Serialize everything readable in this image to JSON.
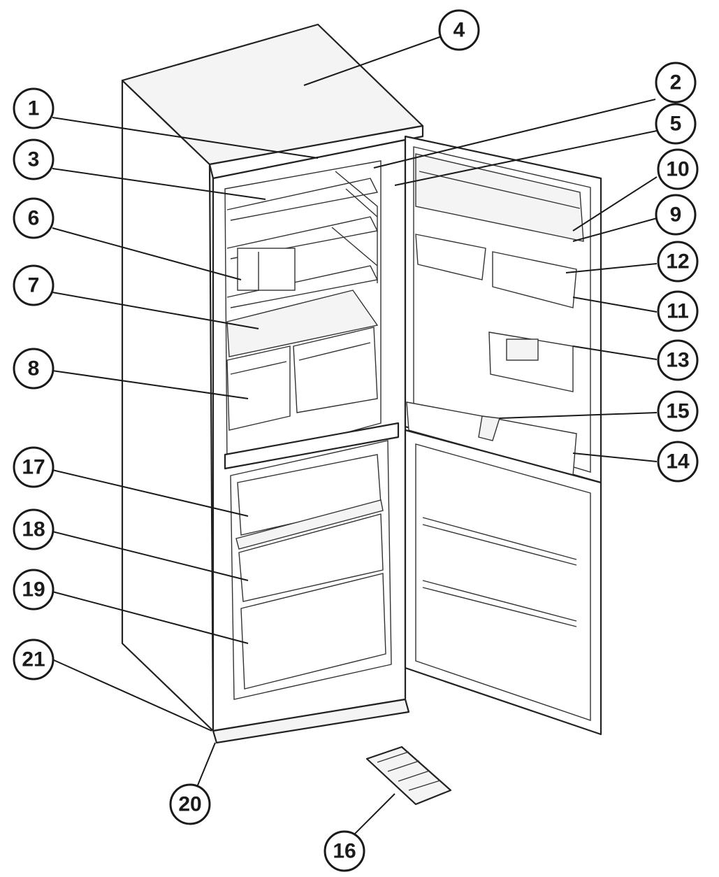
{
  "callouts": [
    {
      "id": "1",
      "label": "1"
    },
    {
      "id": "2",
      "label": "2"
    },
    {
      "id": "3",
      "label": "3"
    },
    {
      "id": "4",
      "label": "4"
    },
    {
      "id": "5",
      "label": "5"
    },
    {
      "id": "6",
      "label": "6"
    },
    {
      "id": "7",
      "label": "7"
    },
    {
      "id": "8",
      "label": "8"
    },
    {
      "id": "9",
      "label": "9"
    },
    {
      "id": "10",
      "label": "10"
    },
    {
      "id": "11",
      "label": "11"
    },
    {
      "id": "12",
      "label": "12"
    },
    {
      "id": "13",
      "label": "13"
    },
    {
      "id": "14",
      "label": "14"
    },
    {
      "id": "15",
      "label": "15"
    },
    {
      "id": "16",
      "label": "16"
    },
    {
      "id": "17",
      "label": "17"
    },
    {
      "id": "18",
      "label": "18"
    },
    {
      "id": "19",
      "label": "19"
    },
    {
      "id": "20",
      "label": "20"
    },
    {
      "id": "21",
      "label": "21"
    }
  ],
  "colors": {
    "line": "#1a1a1a",
    "background": "#ffffff"
  }
}
